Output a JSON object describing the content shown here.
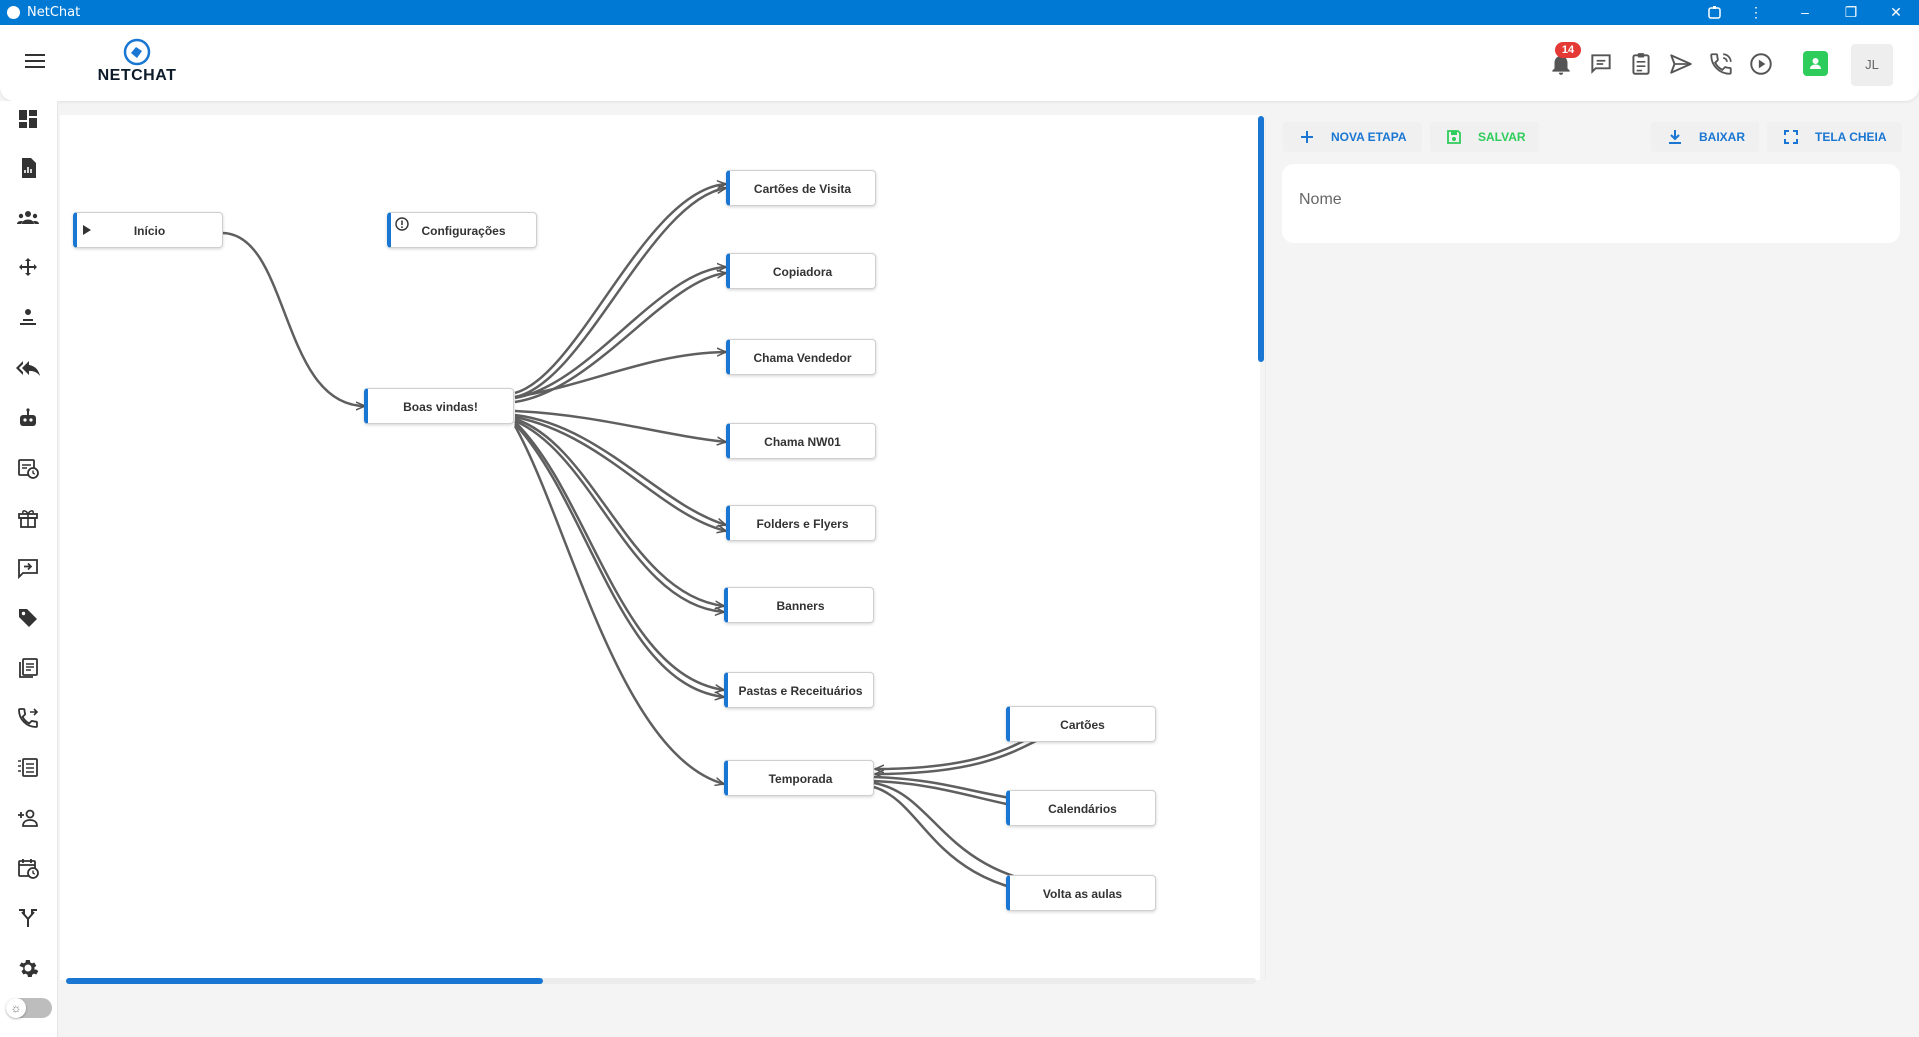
{
  "window": {
    "title": "NetChat"
  },
  "header": {
    "logo_text": "NETCHAT",
    "notification_count": "14",
    "avatar_initials": "JL",
    "icons": [
      "bell-icon",
      "chat-icon",
      "clipboard-icon",
      "send-icon",
      "phone-icon",
      "play-circle-icon",
      "whatsapp-contact-icon"
    ]
  },
  "sidebar": {
    "items": [
      "dashboard-icon",
      "report-icon",
      "groups-icon",
      "move-icon",
      "transfer-icon",
      "reply-all-icon",
      "bot-icon",
      "schedule-icon",
      "gift-icon",
      "input-icon",
      "tag-icon",
      "documents-icon",
      "phone-forward-icon",
      "list-numbered-icon",
      "add-person-icon",
      "calendar-clock-icon",
      "merge-icon",
      "settings-icon"
    ]
  },
  "flow": {
    "nodes": {
      "inicio": "Início",
      "config": "Configurações",
      "boas": "Boas vindas!",
      "cartoes_visita": "Cartões de Visita",
      "copiadora": "Copiadora",
      "chama_vendedor": "Chama Vendedor",
      "chama_nw01": "Chama NW01",
      "folders": "Folders e Flyers",
      "banners": "Banners",
      "pastas": "Pastas e Receituários",
      "temporada": "Temporada",
      "cartoes": "Cartões",
      "calendarios": "Calendários",
      "volta": "Volta as aulas"
    }
  },
  "toolbar": {
    "nova_etapa": "NOVA ETAPA",
    "salvar": "SALVAR",
    "baixar": "BAIXAR",
    "tela_cheia": "TELA CHEIA"
  },
  "form": {
    "name_placeholder": "Nome"
  },
  "colors": {
    "accent": "#1976d2",
    "titlebar": "#0079d4",
    "save_green": "#2ecc5b",
    "badge_red": "#e53935"
  }
}
